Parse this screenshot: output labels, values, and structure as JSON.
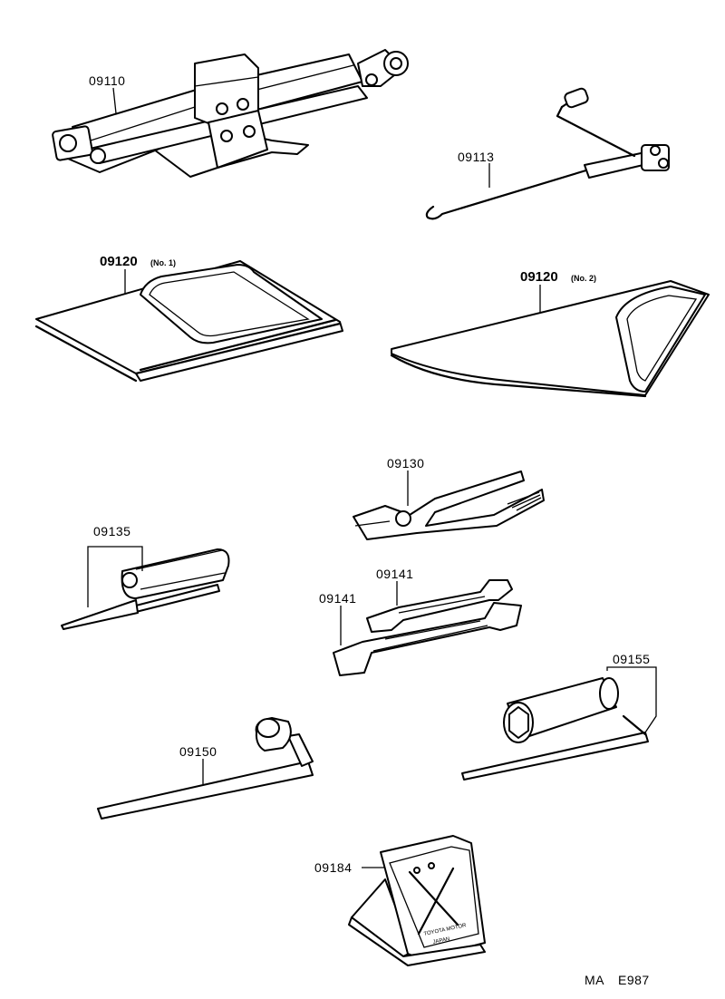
{
  "parts": {
    "jack": "09110",
    "jack_handle": "09113",
    "bag1": {
      "number": "09120",
      "suffix": "(No. 1)"
    },
    "bag2": {
      "number": "09120",
      "suffix": "(No. 2)"
    },
    "pliers": "09130",
    "screwdriver": "09135",
    "wrench_upper": "09141",
    "wrench_lower": "09141",
    "lug_wrench": "09150",
    "plug_wrench": "09155",
    "warning_plate": "09184"
  },
  "plate_text": {
    "brand": "TOYOTA MOTOR",
    "line2": "JAPAN"
  },
  "diagram_code": {
    "prefix": "MA",
    "number": "E987"
  }
}
